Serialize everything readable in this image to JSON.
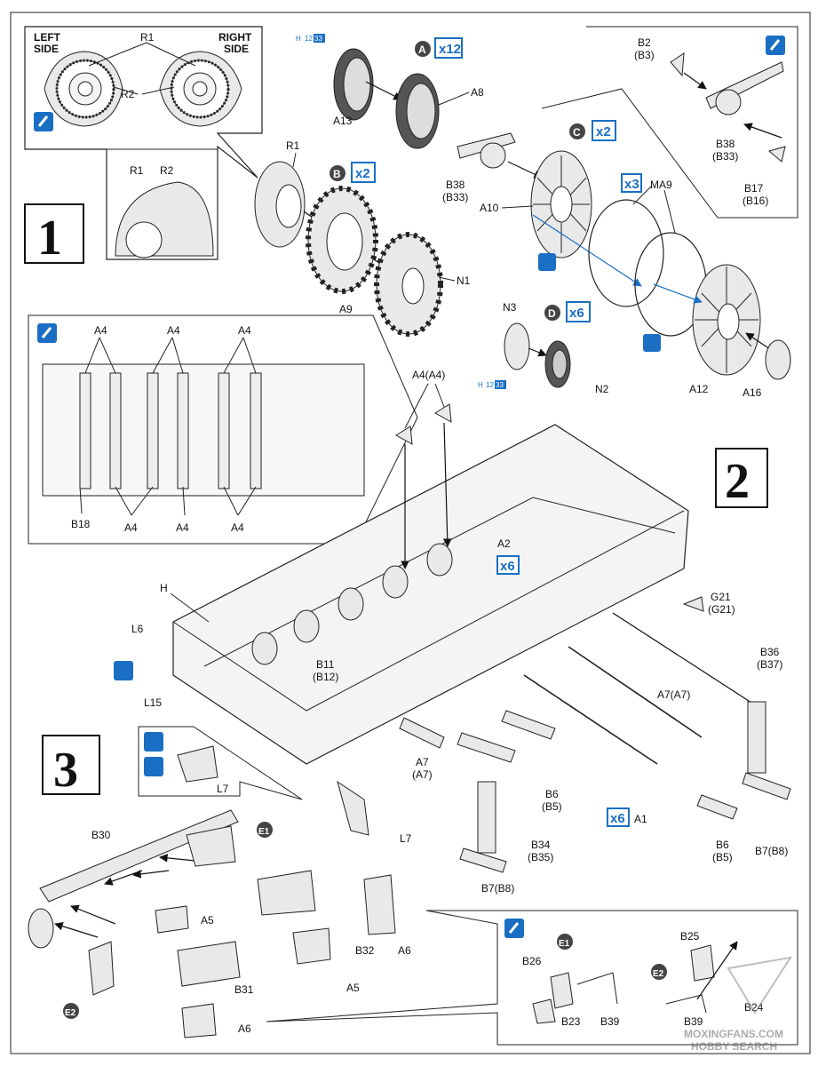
{
  "steps": {
    "s1": "1",
    "s2": "2",
    "s3": "3"
  },
  "inset1": {
    "left": "LEFT\nSIDE",
    "left_a": "LEFT",
    "left_b": "SIDE",
    "right_a": "RIGHT",
    "right_b": "SIDE",
    "r1": "R1",
    "r2": "R2",
    "r1b": "R1",
    "r2b": "R2"
  },
  "subassemblies": {
    "a": {
      "letter": "A",
      "mult": "x12"
    },
    "b": {
      "letter": "B",
      "mult": "x2"
    },
    "c": {
      "letter": "C",
      "mult": "x2"
    },
    "d": {
      "letter": "D",
      "mult": "x6"
    }
  },
  "paint_ref": {
    "h": "H",
    "n12": "12",
    "n33": "33"
  },
  "labels": {
    "A13": "A13",
    "A8": "A8",
    "R1": "R1",
    "N1": "N1",
    "A9": "A9",
    "B2": "B2",
    "B3": "(B3)",
    "B38a": "B38",
    "B33a": "(B33)",
    "B17": "B17",
    "B16": "(B16)",
    "B38b": "B38",
    "B33b": "(B33)",
    "A10": "A10",
    "MA9": "MA9",
    "x3": "x3",
    "N3": "N3",
    "N2": "N2",
    "A12": "A12",
    "A16": "A16",
    "A4a": "A4",
    "A4b": "A4",
    "A4c": "A4",
    "A4d": "A4",
    "A4e": "A4",
    "A4f": "A4",
    "B18": "B18",
    "A4A4": "A4(A4)",
    "A2": "A2",
    "x6a": "x6",
    "H": "H",
    "L6": "L6",
    "L15": "L15",
    "B11": "B11",
    "B12": "(B12)",
    "G21": "G21",
    "G21b": "(G21)",
    "B36": "B36",
    "B37": "(B37)",
    "A7a": "A7(A7)",
    "A7b": "A7",
    "A7c": "(A7)",
    "B6a": "B6",
    "B5a": "(B5)",
    "B6b": "B6",
    "B5b": "(B5)",
    "A1": "A1",
    "x6b": "x6",
    "B34": "B34",
    "B35": "(B35)",
    "B7a": "B7(B8)",
    "B7b": "B7(B8)",
    "L7a": "L7",
    "L7b": "L7",
    "B30": "B30",
    "E1a": "E1",
    "A5a": "A5",
    "A5b": "A5",
    "B31": "B31",
    "B32": "B32",
    "A6a": "A6",
    "A6b": "A6",
    "E2a": "E2",
    "E1b": "E1",
    "B26": "B26",
    "B23": "B23",
    "B39a": "B39",
    "E2b": "E2",
    "B25": "B25",
    "B24": "B24",
    "B39b": "B39"
  },
  "watermark": {
    "line1": "MOXINGFANS.COM",
    "line2": "HOBBY SEARCH"
  },
  "colors": {
    "accent": "#1a6fc4",
    "ink": "#111111"
  }
}
